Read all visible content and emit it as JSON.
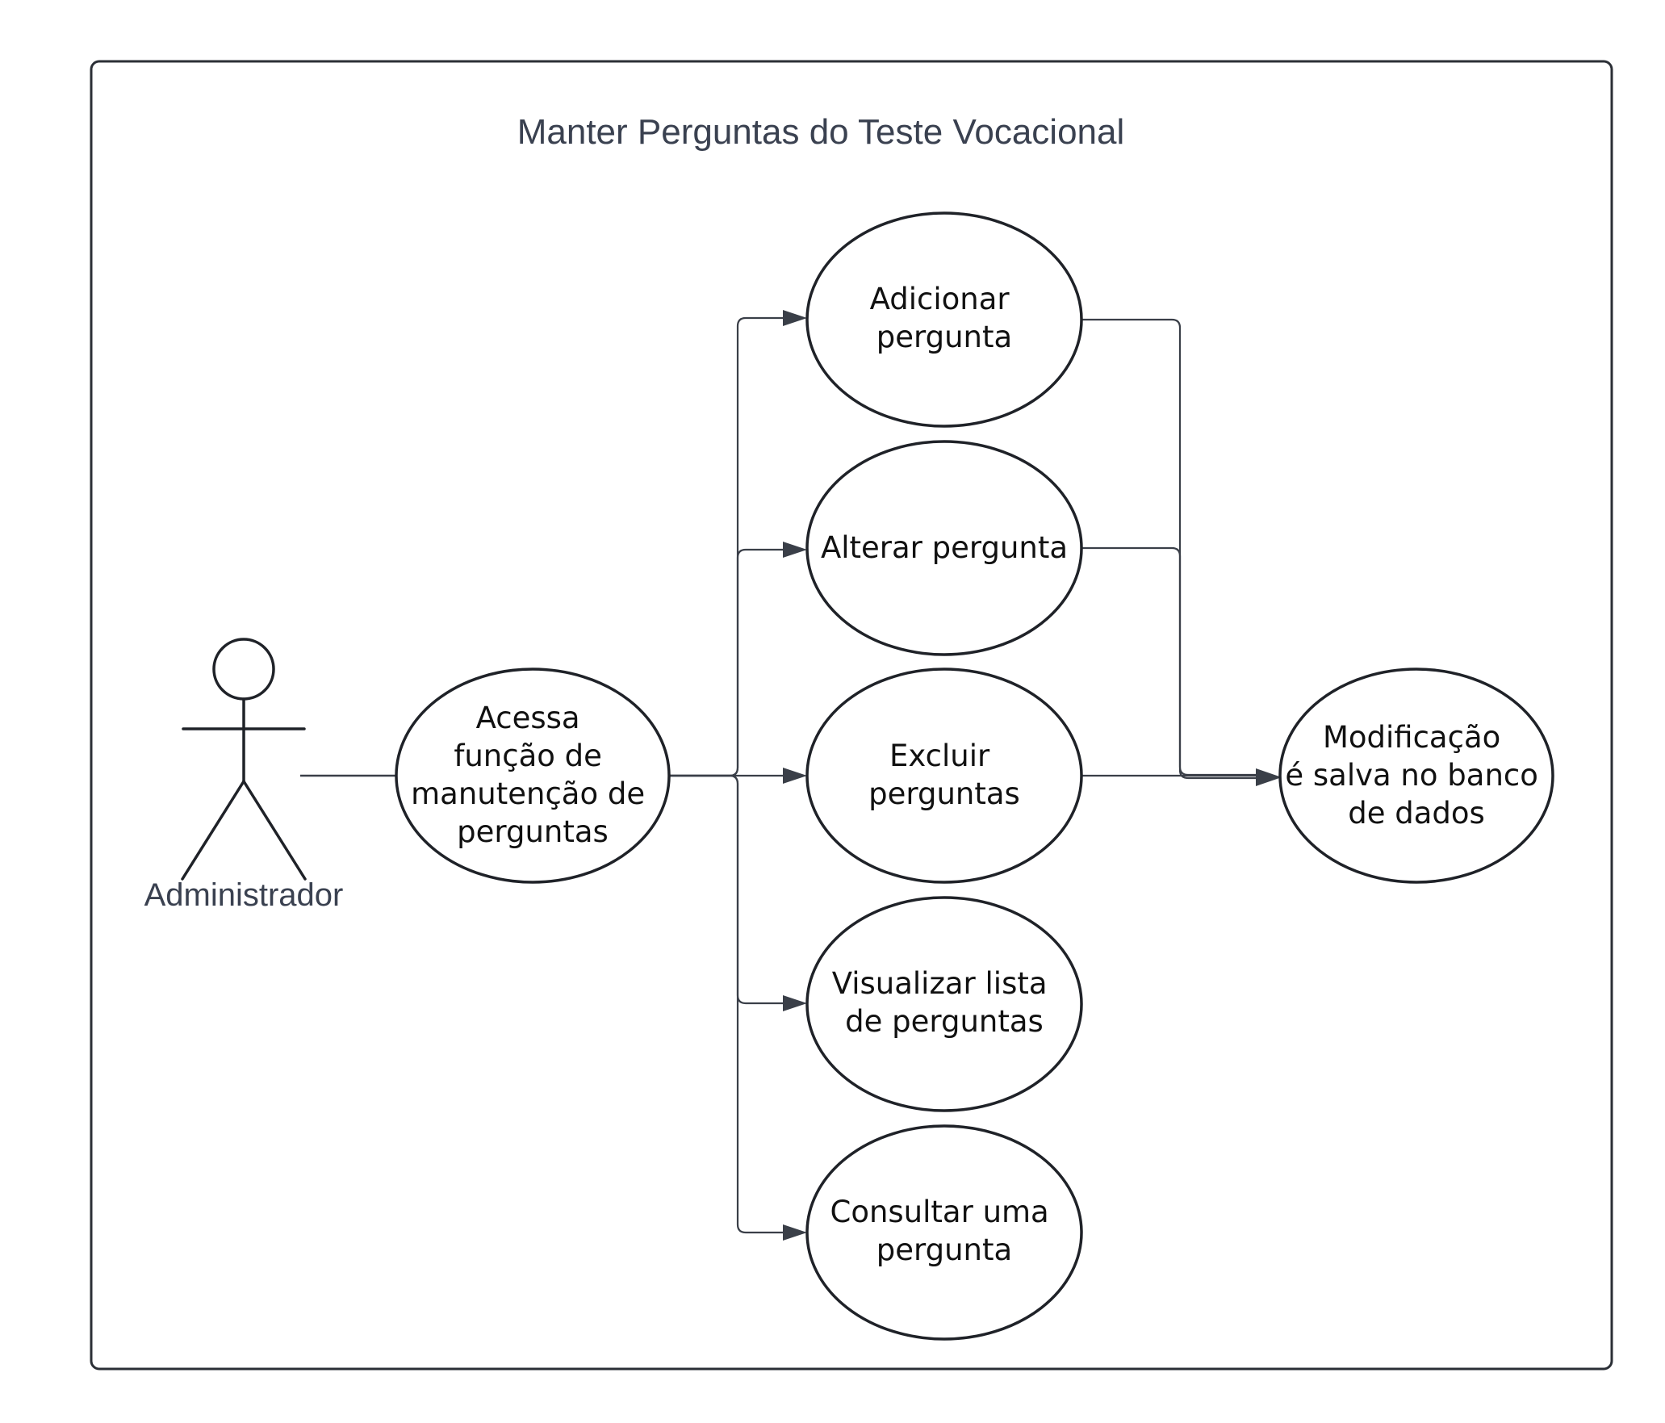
{
  "diagram": {
    "title": "Manter Perguntas do Teste Vocacional",
    "actor": {
      "label": "Administrador"
    },
    "use_cases": {
      "access": {
        "lines": [
          "Acessa",
          "função de",
          "manutenção de",
          "perguntas"
        ]
      },
      "add": {
        "lines": [
          "Adicionar",
          "pergunta"
        ]
      },
      "edit": {
        "lines": [
          "Alterar pergunta"
        ]
      },
      "delete": {
        "lines": [
          "Excluir",
          "perguntas"
        ]
      },
      "list": {
        "lines": [
          "Visualizar lista",
          "de perguntas"
        ]
      },
      "query": {
        "lines": [
          "Consultar uma",
          "pergunta"
        ]
      },
      "save": {
        "lines": [
          "Modificação",
          "é salva no banco",
          "de dados"
        ]
      }
    },
    "colors": {
      "line": "#3a3f48",
      "text": "#111111",
      "title": "#3a4150"
    }
  }
}
